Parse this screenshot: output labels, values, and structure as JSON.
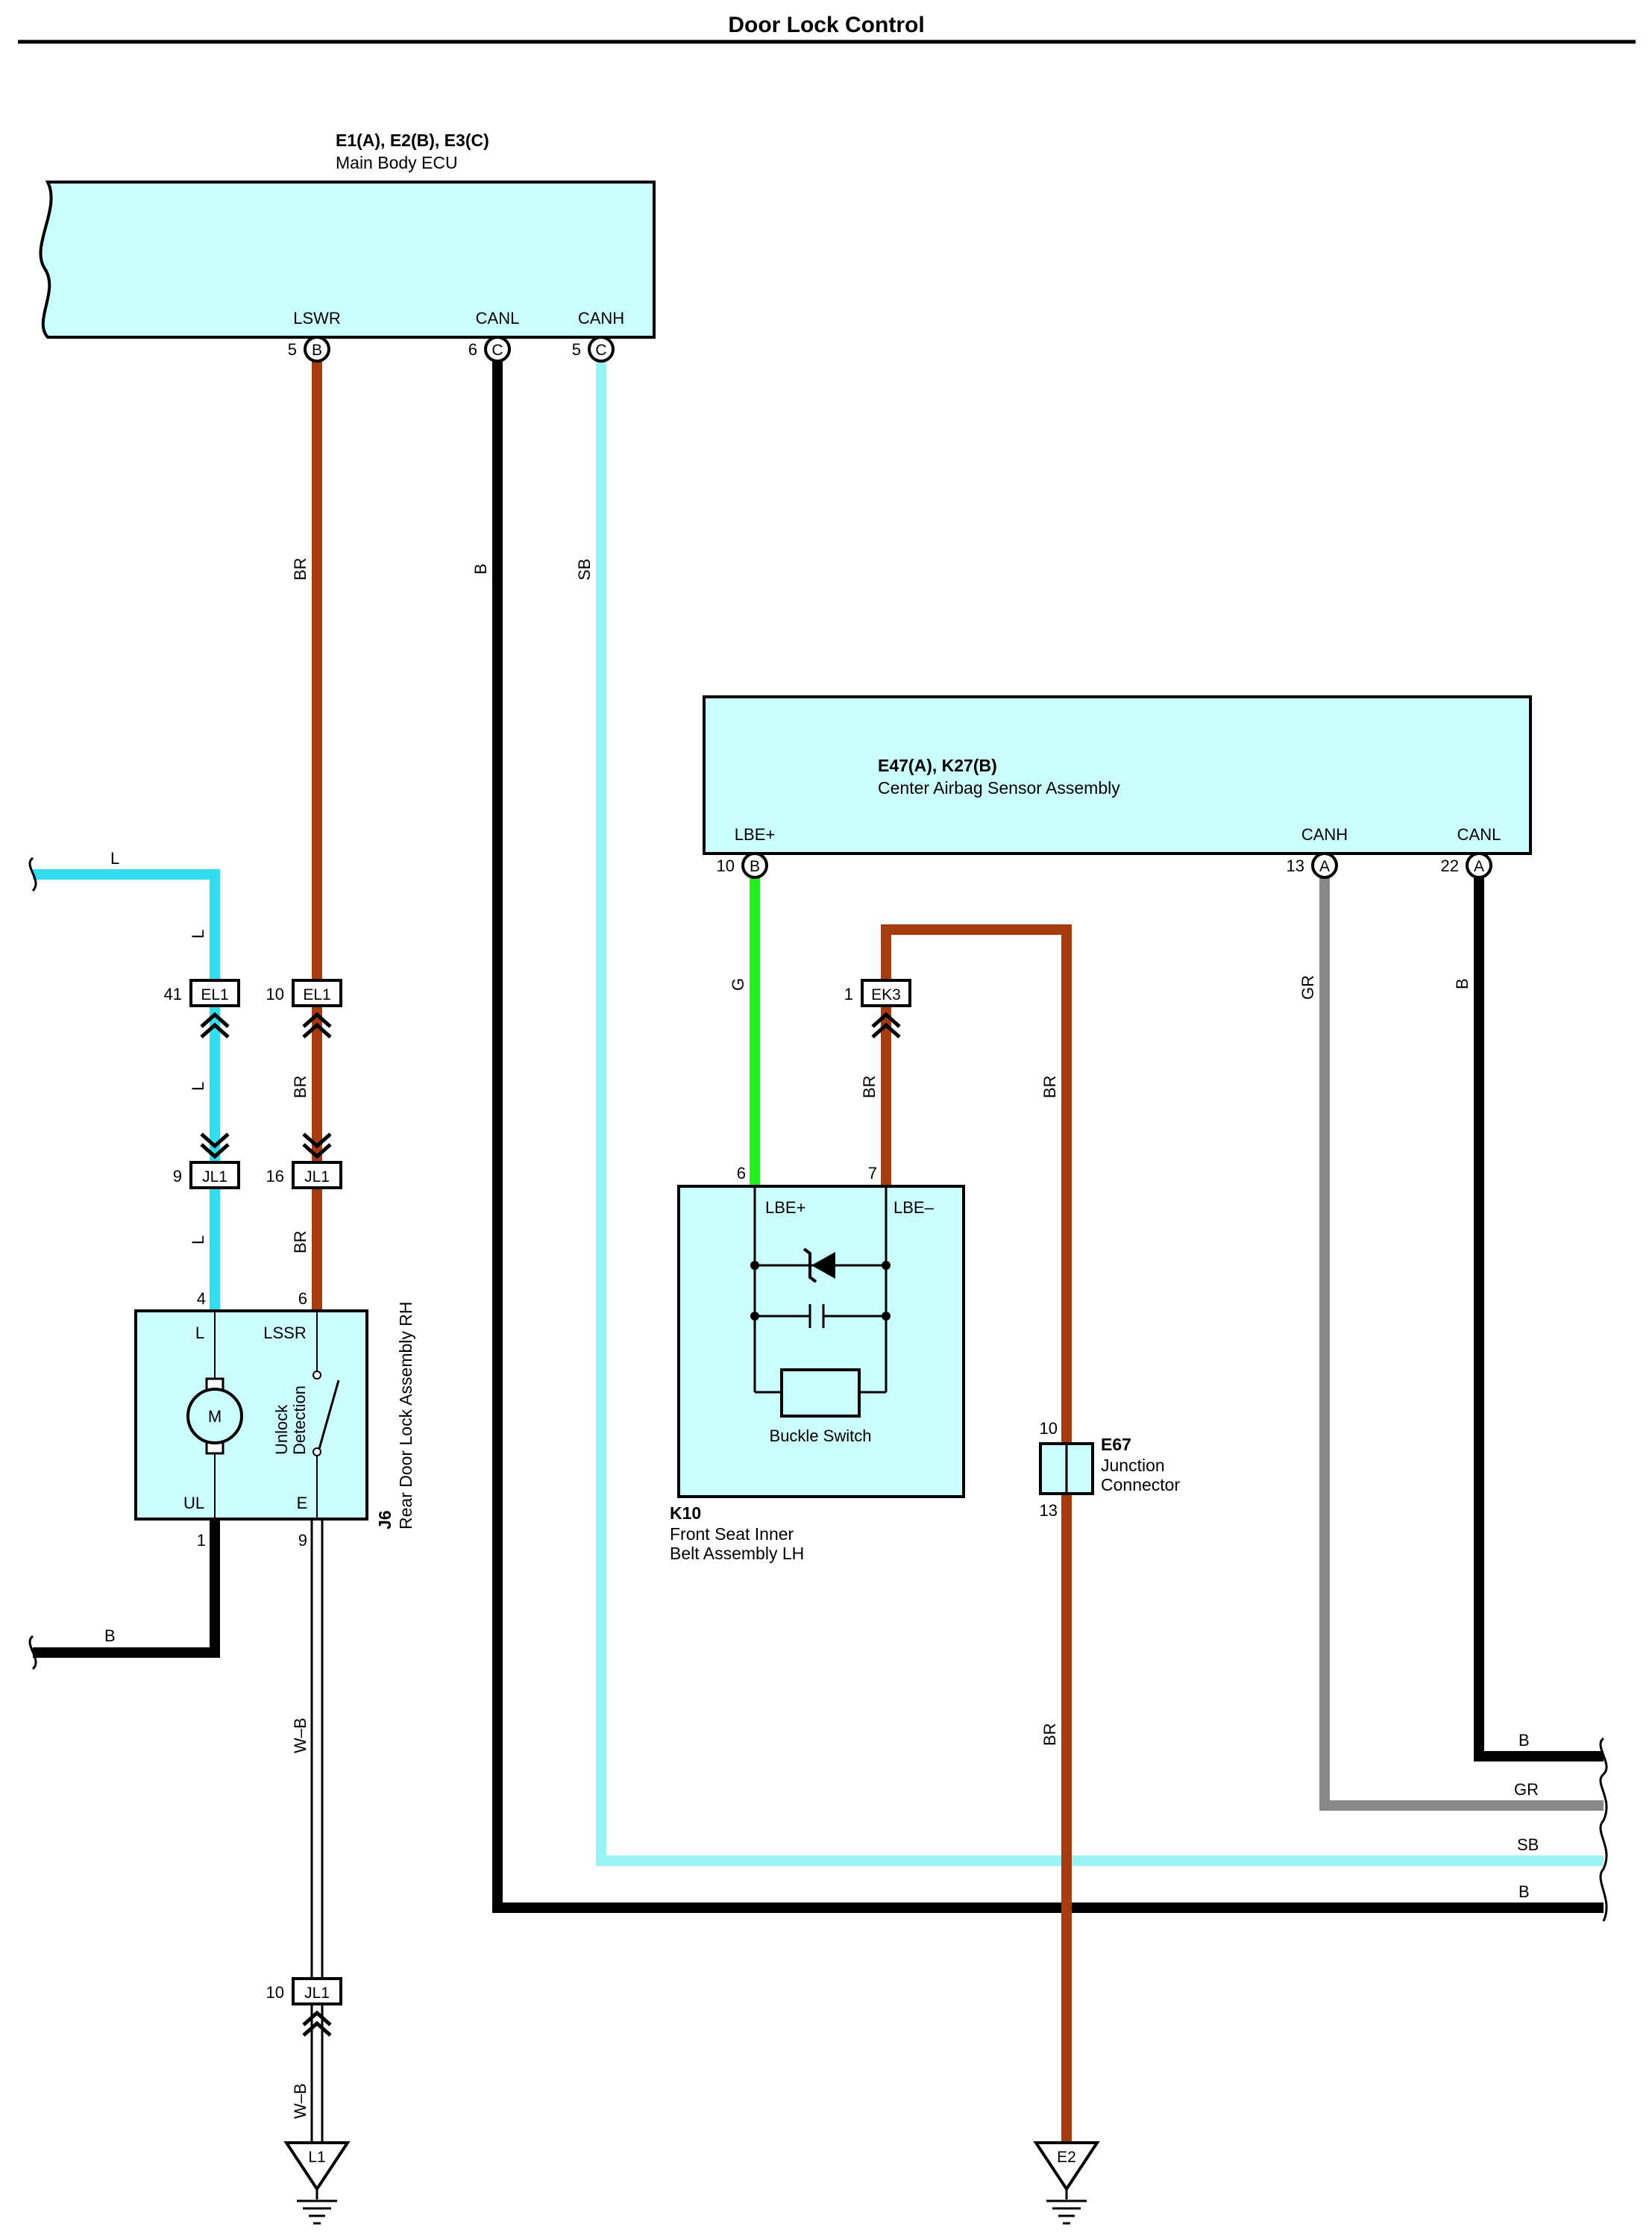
{
  "title": "Door Lock Control",
  "colors": {
    "L": "#33ddee",
    "BR": "#a43c10",
    "B": "#000000",
    "SB": "#99f5f5",
    "G": "#22ee22",
    "GR": "#888888",
    "box_fill": "#ccfdfd"
  },
  "main_ecu": {
    "code": "E1(A), E2(B), E3(C)",
    "name": "Main Body ECU",
    "pins": [
      {
        "label": "LSWR",
        "num": "5",
        "conn": "B"
      },
      {
        "label": "CANL",
        "num": "6",
        "conn": "C"
      },
      {
        "label": "CANH",
        "num": "5",
        "conn": "C"
      }
    ]
  },
  "airbag": {
    "code": "E47(A), K27(B)",
    "name": "Center Airbag Sensor Assembly",
    "pins": [
      {
        "label": "LBE+",
        "num": "10",
        "conn": "B"
      },
      {
        "label": "CANH",
        "num": "13",
        "conn": "A"
      },
      {
        "label": "CANL",
        "num": "22",
        "conn": "A"
      }
    ]
  },
  "door_lock": {
    "code": "J6",
    "name": "Rear Door Lock Assembly RH",
    "pins": [
      {
        "num": "4",
        "label": "L"
      },
      {
        "num": "6",
        "label": "LSSR"
      },
      {
        "num": "1",
        "label": "UL"
      },
      {
        "num": "9",
        "label": "E"
      }
    ],
    "motor_label": "M",
    "switch_label_1": "Unlock",
    "switch_label_2": "Detection"
  },
  "buckle": {
    "code": "K10",
    "name_1": "Front Seat Inner",
    "name_2": "Belt Assembly LH",
    "pins": [
      {
        "num": "6",
        "label": "LBE+"
      },
      {
        "num": "7",
        "label": "LBE–"
      }
    ],
    "switch_label": "Buckle Switch"
  },
  "junction": {
    "code": "E67",
    "name_1": "Junction",
    "name_2": "Connector",
    "pin_top": "10",
    "pin_bottom": "13"
  },
  "connectors": [
    {
      "id": "EL1",
      "pin": "41"
    },
    {
      "id": "EL1",
      "pin": "10"
    },
    {
      "id": "JL1",
      "pin": "9"
    },
    {
      "id": "JL1",
      "pin": "16"
    },
    {
      "id": "EK3",
      "pin": "1"
    },
    {
      "id": "JL1",
      "pin": "10"
    }
  ],
  "grounds": [
    "L1",
    "E2"
  ],
  "wire_labels": {
    "lswr": "BR",
    "canl_main": "B",
    "canh_main": "SB",
    "l_top": "L",
    "l_1": "L",
    "l_2": "L",
    "l_3": "L",
    "br_1": "BR",
    "br_2": "BR",
    "b_left": "B",
    "wb_1": "W–B",
    "wb_2": "W–B",
    "g": "G",
    "br_ek3": "BR",
    "br_right_top": "BR",
    "br_right_bottom": "BR",
    "gr": "GR",
    "b_airbag": "B",
    "right_b_top": "B",
    "right_gr": "GR",
    "right_sb": "SB",
    "right_b_bottom": "B"
  }
}
